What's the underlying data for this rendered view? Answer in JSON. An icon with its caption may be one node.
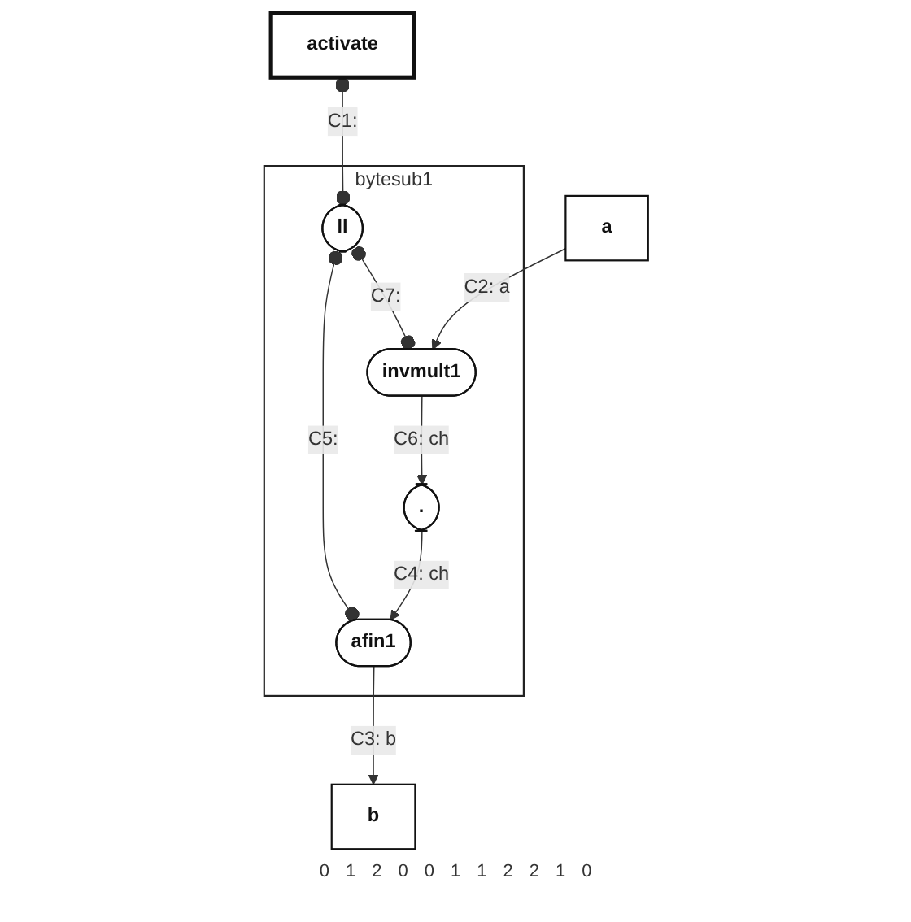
{
  "diagram": {
    "nodes": [
      {
        "text": [
          "activate"
        ]
      },
      {
        "text": [
          "bytesub1"
        ]
      },
      {
        "text": [
          "ll"
        ],
        "in": 1
      },
      {
        "text": [
          "invmult1"
        ],
        "in": 1
      },
      {
        "text": [
          "afin1"
        ],
        "in": 1
      },
      {
        "text": [
          "."
        ],
        "in": 1
      },
      {
        "text": [
          "a"
        ]
      },
      {
        "text": [
          "b"
        ]
      }
    ],
    "edges": [
      {
        "from": 0,
        "to": 2,
        "arrow": "other",
        "label": "C1:"
      },
      {
        "from": 2,
        "to": 3,
        "arrow": "other",
        "label": "C7:"
      },
      {
        "from": 2,
        "to": 4,
        "arrow": "other",
        "label": "C5:"
      },
      {
        "from": 3,
        "to": 5,
        "arrow": "to",
        "label": "C6: ch"
      },
      {
        "from": 5,
        "to": 4,
        "arrow": "to",
        "label": "C4: ch"
      },
      {
        "from": 6,
        "to": 3,
        "arrow": "to",
        "label": "C2: a"
      },
      {
        "from": 4,
        "to": 7,
        "arrow": "to",
        "label": "C3: b"
      }
    ],
    "labels": [
      "0",
      "1",
      "2",
      "0",
      "0",
      "1",
      "1",
      "2",
      "2",
      "1",
      "0"
    ]
  }
}
